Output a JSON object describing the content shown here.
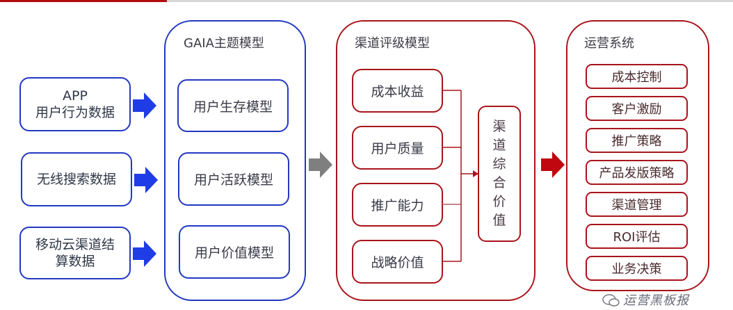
{
  "colors": {
    "blue": "#2238c4",
    "red": "#a8141a",
    "gray_arrow": "#7f7f7f",
    "top_accent": "#b30c0c"
  },
  "sources": [
    {
      "line1": "APP",
      "line2": "用户行为数据"
    },
    {
      "line1": "无线搜索数据",
      "line2": ""
    },
    {
      "line1": "移动云渠道结",
      "line2": "算数据"
    }
  ],
  "gaia": {
    "title": "GAIA主题模型",
    "items": [
      "用户生存模型",
      "用户活跃模型",
      "用户价值模型"
    ]
  },
  "channel": {
    "title": "渠道评级模型",
    "items": [
      "成本收益",
      "用户质量",
      "推广能力",
      "战略价值"
    ],
    "summary_chars": [
      "渠",
      "道",
      "综",
      "合",
      "价",
      "值"
    ]
  },
  "ops": {
    "title": "运营系统",
    "items": [
      "成本控制",
      "客户激励",
      "推广策略",
      "产品发版策略",
      "渠道管理",
      "ROI评估",
      "业务决策"
    ]
  },
  "watermark": "运营黑板报"
}
